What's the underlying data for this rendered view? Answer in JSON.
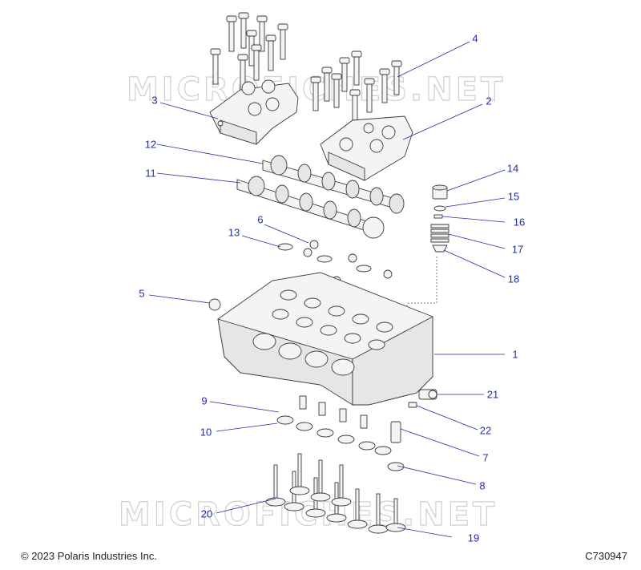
{
  "watermark_text": "MICROFICHES.NET",
  "callouts": [
    {
      "id": "1",
      "label": "1"
    },
    {
      "id": "2",
      "label": "2"
    },
    {
      "id": "3",
      "label": "3"
    },
    {
      "id": "4",
      "label": "4"
    },
    {
      "id": "5",
      "label": "5"
    },
    {
      "id": "6",
      "label": "6"
    },
    {
      "id": "7",
      "label": "7"
    },
    {
      "id": "8",
      "label": "8"
    },
    {
      "id": "9",
      "label": "9"
    },
    {
      "id": "10",
      "label": "10"
    },
    {
      "id": "11",
      "label": "11"
    },
    {
      "id": "12",
      "label": "12"
    },
    {
      "id": "13",
      "label": "13"
    },
    {
      "id": "14",
      "label": "14"
    },
    {
      "id": "15",
      "label": "15"
    },
    {
      "id": "16",
      "label": "16"
    },
    {
      "id": "17",
      "label": "17"
    },
    {
      "id": "18",
      "label": "18"
    },
    {
      "id": "19",
      "label": "19"
    },
    {
      "id": "20",
      "label": "20"
    },
    {
      "id": "21",
      "label": "21"
    },
    {
      "id": "22",
      "label": "22"
    }
  ],
  "footer": {
    "copyright": "© 2023 Polaris Industries Inc.",
    "diagram_code": "C730947"
  }
}
